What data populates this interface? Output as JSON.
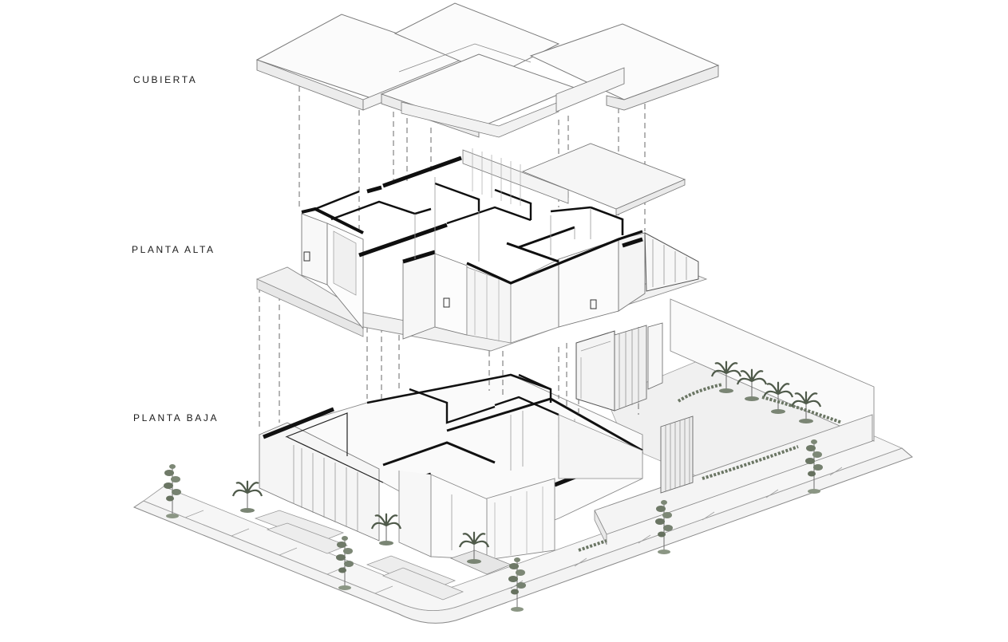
{
  "levels": {
    "roof": "CUBIERTA",
    "upper_floor": "PLANTA ALTA",
    "ground_floor": "PLANTA BAJA"
  },
  "colors": {
    "line": "#8a8a8a",
    "wall": "#111111",
    "slab_fill": "#f7f7f7",
    "slab_side": "#ececec",
    "ground": "#f2f2f2",
    "plant": "#5f6b58"
  }
}
